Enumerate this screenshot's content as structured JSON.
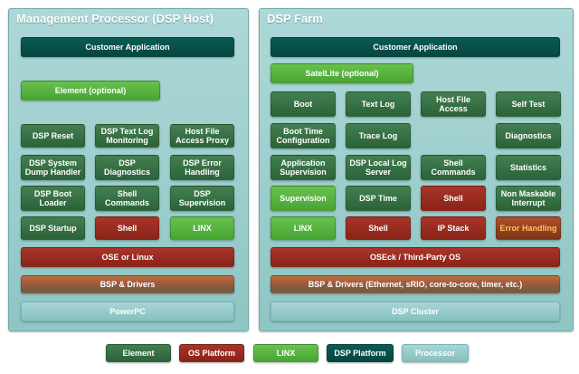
{
  "left": {
    "title": "Management Processor (DSP Host)",
    "customer_app": "Customer Application",
    "element": "Element (optional)",
    "grid": [
      [
        "DSP Reset",
        "DSP Text Log Monitoring",
        "Host File Access Proxy"
      ],
      [
        "DSP System Dump Handler",
        "DSP Diagnostics",
        "DSP Error Handling"
      ],
      [
        "DSP Boot Loader",
        "Shell Commands",
        "DSP Supervision"
      ],
      [
        "DSP Startup",
        "Shell",
        "LINX"
      ]
    ],
    "os": "OSE or Linux",
    "bsp": "BSP & Drivers",
    "processor": "PowerPC"
  },
  "right": {
    "title": "DSP Farm",
    "customer_app": "Customer Application",
    "satellite": "SatelLite (optional)",
    "grid": [
      [
        "Boot",
        "Text Log",
        "Host File Access",
        "Self Test"
      ],
      [
        "Boot Time Configuration",
        "Trace Log",
        "",
        "Diagnostics"
      ],
      [
        "Application Supervision",
        "DSP Local Log Server",
        "Shell Commands",
        "Statistics"
      ],
      [
        "Supervision",
        "DSP Time",
        "Shell",
        "Non Maskable Interrupt"
      ],
      [
        "LINX",
        "Shell",
        "IP Stack",
        "Error Handling"
      ]
    ],
    "os": "OSEck / Third-Party OS",
    "bsp": "BSP & Drivers (Ethernet, sRIO, core-to-core, timer, etc.)",
    "processor": "DSP Cluster"
  },
  "legend": {
    "element": "Element",
    "os_platform": "OS Platform",
    "linx": "LINX",
    "dsp_platform": "DSP Platform",
    "processor": "Processor"
  },
  "colors": {
    "element": "#2f6b3f",
    "os_platform": "#962a1d",
    "linx": "#55b03b",
    "dsp_platform": "#0a524c",
    "processor": "#9ccccc"
  }
}
